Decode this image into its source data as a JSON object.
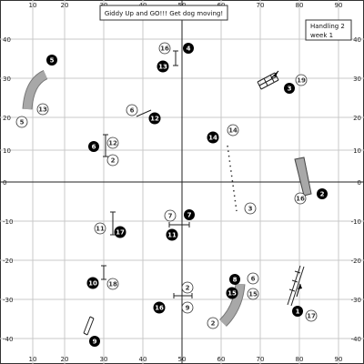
{
  "header": {
    "banner": "Giddy Up and GO!!! Get dog moving!",
    "info_line1": "Handling 2",
    "info_line2": "week 1"
  },
  "axes": {
    "top": [
      "10",
      "20",
      "30",
      "40",
      "50",
      "60",
      "70",
      "80",
      "90"
    ],
    "bottom": [
      "10",
      "20",
      "30",
      "40",
      "50",
      "60",
      "70",
      "80",
      "90"
    ],
    "left": [
      "40",
      "30",
      "20",
      "10",
      "0",
      "-10",
      "-20",
      "-30",
      "-40"
    ],
    "right": [
      "40",
      "30",
      "20",
      "10",
      "0",
      "-10",
      "-20",
      "-30",
      "-40"
    ]
  },
  "handler_numbers": [
    "1",
    "2",
    "3",
    "4",
    "5",
    "6",
    "7",
    "8",
    "9",
    "10",
    "11",
    "12",
    "13",
    "14",
    "15",
    "16",
    "17"
  ],
  "obstacle_numbers": [
    "2",
    "3",
    "5",
    "6",
    "7",
    "9",
    "11",
    "12",
    "13",
    "14",
    "15",
    "16",
    "17",
    "18",
    "19"
  ],
  "colors": {
    "grid": "#c8c8c8",
    "axis": "#222222",
    "tunnel": "#9a9a9a",
    "marker_filled": "#000000",
    "marker_open": "#ffffff"
  }
}
